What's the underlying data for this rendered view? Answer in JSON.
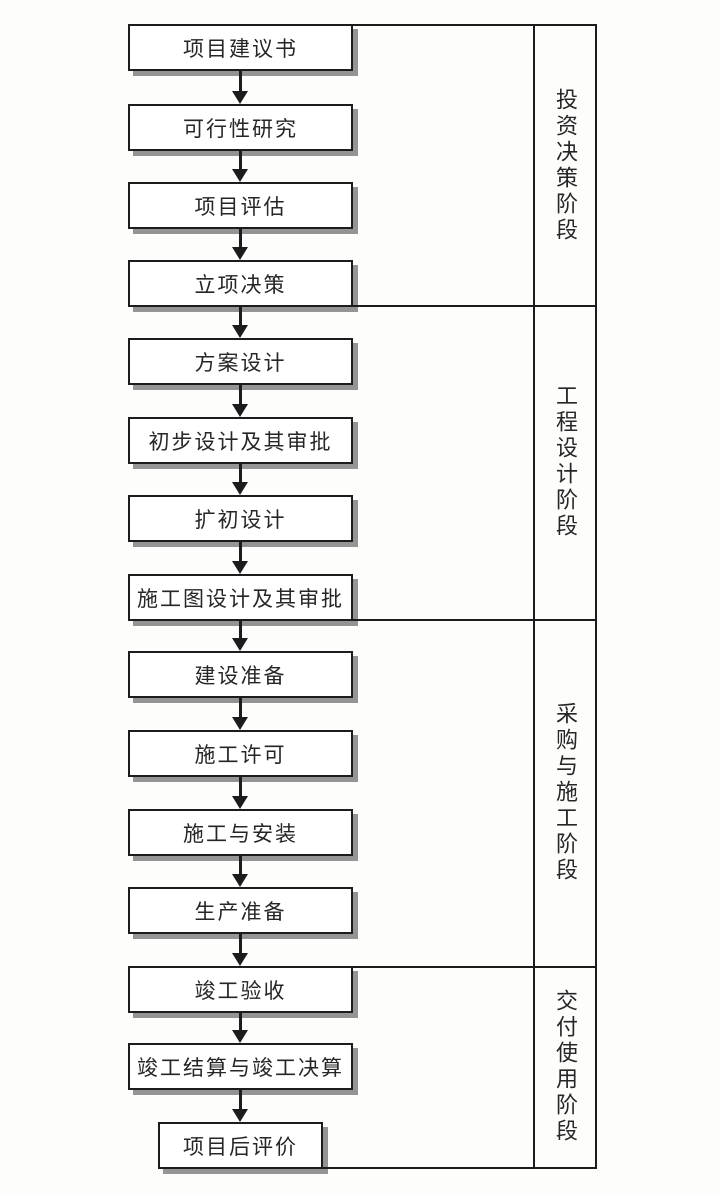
{
  "flowchart": {
    "boxes": [
      {
        "label": "项目建议书"
      },
      {
        "label": "可行性研究"
      },
      {
        "label": "项目评估"
      },
      {
        "label": "立项决策"
      },
      {
        "label": "方案设计"
      },
      {
        "label": "初步设计及其审批"
      },
      {
        "label": "扩初设计"
      },
      {
        "label": "施工图设计及其审批"
      },
      {
        "label": "建设准备"
      },
      {
        "label": "施工许可"
      },
      {
        "label": "施工与安装"
      },
      {
        "label": "生产准备"
      },
      {
        "label": "竣工验收"
      },
      {
        "label": "竣工结算与竣工决算"
      },
      {
        "label": "项目后评价"
      }
    ],
    "phases": [
      {
        "label": "投资决策阶段"
      },
      {
        "label": "工程设计阶段"
      },
      {
        "label": "采购与施工阶段"
      },
      {
        "label": "交付使用阶段"
      }
    ],
    "colors": {
      "line": "#1c1c1c",
      "box_fill": "#ffffff",
      "box_shadow": "#949494",
      "background": "#fdfdfc"
    }
  }
}
